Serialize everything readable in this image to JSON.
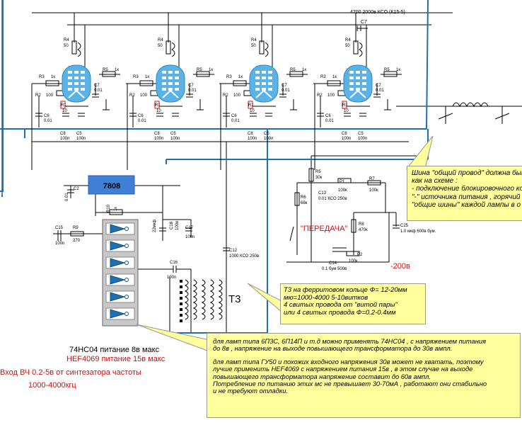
{
  "colors": {
    "bus": "#1e6fb5",
    "tube": "#5ab3e6",
    "regulator": "#3f7fd6",
    "ic_body": "#c8c8c8",
    "callout": "#ffff9c",
    "red": "#d01010"
  },
  "labels": {
    "cap_top": "4700 2000в КСО (К15-5)",
    "c7": "C7",
    "stages": [
      {
        "r4": "R4",
        "r4v": "50",
        "r3": "R3",
        "r3v": "1к",
        "r5": "R5",
        "r5v": "1к",
        "r2": "R2",
        "r2v": "100",
        "r1": "R1",
        "r1v": "10",
        "c6": "C6",
        "c6v": "0.01",
        "c7": "C7",
        "c7v": "0.01",
        "c8": "C8",
        "c8v": "100n",
        "c5": "C5",
        "c5v": "100n"
      },
      {
        "r4": "R4",
        "r4v": "50",
        "r3": "R3",
        "r3v": "1к",
        "r5": "R5",
        "r5v": "1к",
        "r2": "R2",
        "r2v": "100",
        "r1": "R1",
        "r1v": "10",
        "c6": "C6",
        "c6v": "0.01",
        "c7": "C7",
        "c7v": "0.01",
        "c8": "C8",
        "c8v": "100n",
        "c5": "C5",
        "c5v": "100n"
      },
      {
        "r4": "R4",
        "r4v": "50",
        "r3": "R3",
        "r3v": "1к",
        "r5": "R5",
        "r5v": "1к",
        "r2": "R2",
        "r2v": "100",
        "r1": "R1",
        "r1v": "10",
        "c6": "C6",
        "c6v": "0.01",
        "c7": "C7",
        "c7v": "0.01",
        "c8": "C8",
        "c8v": "100n",
        "c5": "C5",
        "c5v": "100n"
      },
      {
        "r4": "R4",
        "r4v": "50",
        "r3": "R3",
        "r3v": "1к",
        "r5": "R5",
        "r5v": "1к",
        "r2": "R2",
        "r2v": "100",
        "r1": "R1",
        "r1v": "10",
        "c6": "C6",
        "c6v": "0.01",
        "c7": "C7",
        "c7v": "0.01",
        "c8": "C8",
        "c8v": "100n",
        "c5": "C5",
        "c5v": "100n"
      }
    ],
    "reg": "7808",
    "c2": "C2",
    "c2v": "0.01",
    "c3v": "100n",
    "r10": "R10",
    "r10v": "1к",
    "c15": "C15",
    "c15v": "100n",
    "r9": "R9",
    "r9v": "270",
    "c18": "C18",
    "c18v": "100n",
    "c17": "C17",
    "c17v": "100n",
    "c19v": "22мкф",
    "c16": "C16",
    "c16v": "100n",
    "c12": "C12",
    "c12v": "1000 КСО 250в",
    "t3": "T3",
    "r5b": "R5",
    "r5bv": "30к",
    "r6": "R6",
    "r6v": "68к",
    "c13": "C13",
    "c13v": "0.01 КСО 250в",
    "p1": "P1",
    "p1v": "100к",
    "r7": "R7",
    "r7v": "100к",
    "r8": "R8",
    "r8v": "470к",
    "c25": "C25",
    "c25v": "1.0 мкф 600в бум.",
    "c14": "C14",
    "c14v": "0.1 бум 500в",
    "p2": "P2",
    "p2v": "100к",
    "peredacha": "\"ПЕРЕДАЧА\"",
    "minus200": "-200в"
  },
  "ic": {
    "line1": "74НС04   питание 8в макс",
    "line2": "HEF4069  питание 15в макс"
  },
  "input_note": {
    "line1": "Вход ВЧ 0.2-5в от синтезатора частоты",
    "line2": "1000-4000кгц"
  },
  "callout_bus": {
    "lines": [
      "Шина \"общий провод\" должна быть",
      "как на схеме :",
      "- подключение блокировочного ко",
      "\"-\" источника питания , горячий",
      "\"общие шины\" каждой лампы в о"
    ]
  },
  "callout_t3": {
    "lines": [
      "Т3 на ферритовом кольце  Ф= 12-20мм",
      "мю=1000-4000      5-10витков",
      "4 свитых провода от \"витой пары\"",
      "или 4 свитых провода Ф=0.2-0.4мм"
    ]
  },
  "callout_main": {
    "lines": [
      "для ламп типа  6П3С, 6П14П и т.д можно применять 74НС04 , с напряжением питания",
      "до 8в , напряжение на выходе повышающего трансформатора до 30в ампл.",
      "",
      "для ламп типа ГУ50 и похожих входного напряжения 30в может не хватать, поэтому",
      "лучше применить  HEF4069 с напряжением питания 15в , в этом случае на выходе",
      "повышающего трансформатора напряжение составит до 60в ампл.",
      "Потребление по питанию этих мс не превышает 30-70мА , работают они стабильно",
      "и не требуют отладки."
    ]
  }
}
